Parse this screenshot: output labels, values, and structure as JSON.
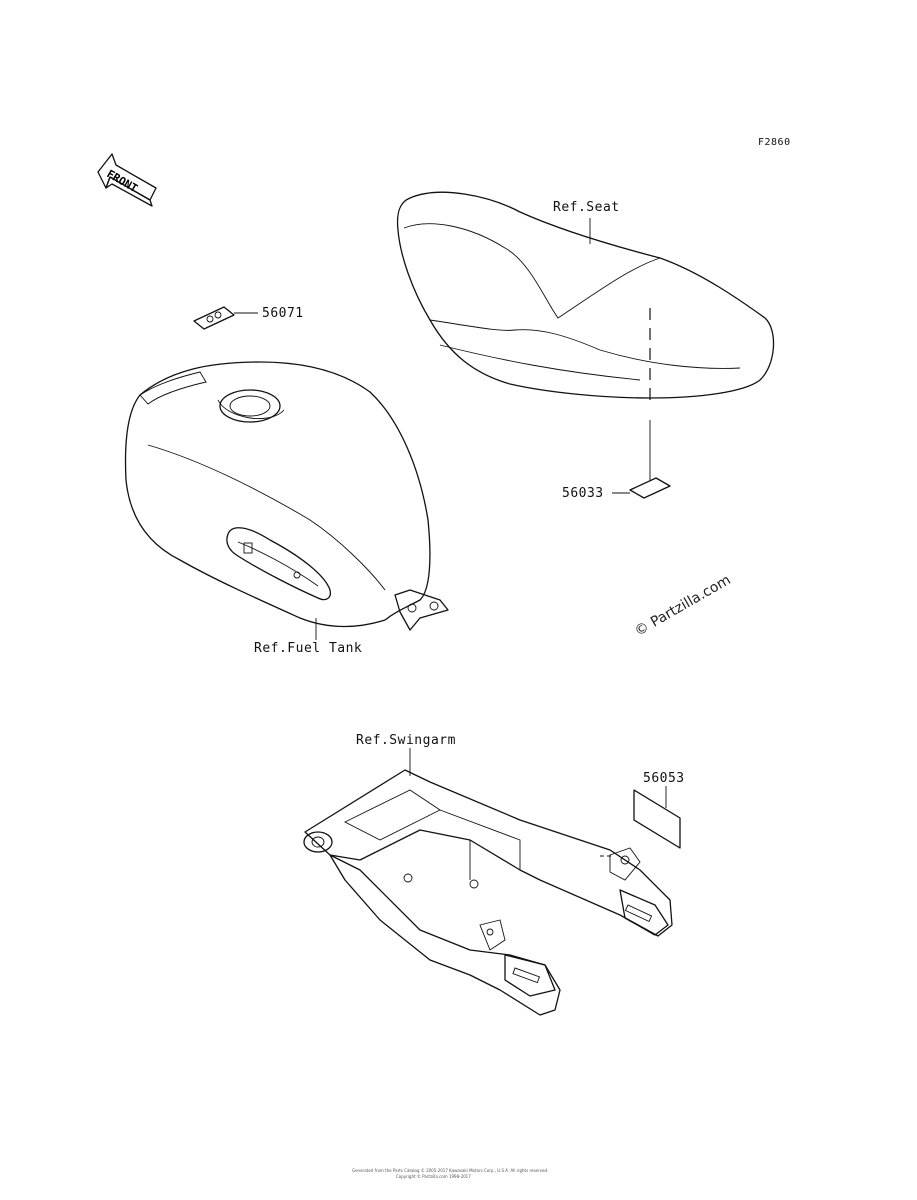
{
  "figure_id": "F2860",
  "front_arrow": {
    "label": "FRONT",
    "icon": "front-direction-arrow-icon"
  },
  "callouts": {
    "seat_ref": "Ref.Seat",
    "part_56071": "56071",
    "part_56033": "56033",
    "fuel_tank_ref": "Ref.Fuel Tank",
    "swingarm_ref": "Ref.Swingarm",
    "part_56053": "56053"
  },
  "watermark": "© Partzilla.com",
  "footer": {
    "line1": "Generated from the Parts Catalog © 2005-2017 Kawasaki Motors Corp., U.S.A. All rights reserved.",
    "line2": "Copyright © Partzilla.com 1998-2017"
  }
}
